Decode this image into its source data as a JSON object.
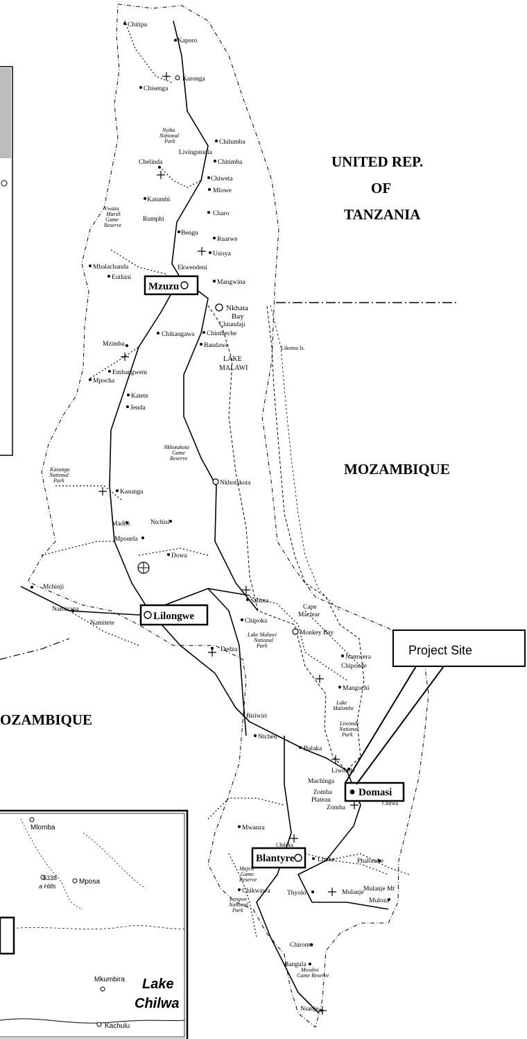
{
  "countries": {
    "tanzania": [
      "UNITED REP.",
      "OF",
      "TANZANIA"
    ],
    "mozambique_east": "MOZAMBIQUE",
    "mozambique_west": "OZAMBIQUE"
  },
  "boxed_cities": {
    "mzuzu": "Mzuzu",
    "lilongwe": "Lilongwe",
    "blantyre": "Blantyre",
    "domasi": "Domasi"
  },
  "callout": {
    "label": "Project Site"
  },
  "lake": {
    "line1": "LAKE",
    "line2": "MALAWI"
  },
  "towns": {
    "chitipa": "Chitipa",
    "kaporo": "Kaporo",
    "karonga": "Karonga",
    "chisenga": "Chisenga",
    "chilumba": "Chilumba",
    "chitimba": "Chitimba",
    "livingstonia": "Livingstonia",
    "chelinda": "Chelinda",
    "chiweta": "Chiweta",
    "mlowe": "Mlowe",
    "katumbi": "Katumbi",
    "rumphi": "Rumphi",
    "charo": "Charo",
    "bengu": "Bengu",
    "ruarwe": "Ruarwe",
    "usisya": "Usisya",
    "mbalachanda": "Mbalachanda",
    "euthini": "Euthini",
    "ekwendeni": "Ekwendeni",
    "mangwina": "Mangwina",
    "nkhata_bay": "Nkhata",
    "nkhata_bay2": "Bay",
    "chiundaji": "Chiundaji",
    "chintheche": "Chintheche",
    "chikangawa": "Chikangawa",
    "bandawe": "Bandawe",
    "likoma": "Likoma Is.",
    "mzimba": "Mzimba",
    "embangweni": "Embangweni",
    "mpocha": "Mpocha",
    "katete": "Katete",
    "jenda": "Jenda",
    "nkhotakota": "Nkhotakota",
    "kasungu": "Kasungu",
    "madisi": "Madisi",
    "ntchisi": "Ntchisi",
    "mponela": "Mponela",
    "dowa": "Dowa",
    "mchinji": "Mchinji",
    "namitete": "Namitete",
    "namizana": "Namizana",
    "salima": "Salima",
    "chipoka": "Chipoka",
    "cape_maclear": "Cape",
    "cape_maclear2": "Maclear",
    "monkey_bay": "Monkey Bay",
    "dedza": "Dedza",
    "namwera": "Namwera",
    "chiponde": "Chiponde",
    "mangochi": "Mangochi",
    "balaka": "Balaka",
    "ntcheu": "Ntcheu",
    "biriwiri": "Biriwiri",
    "liwonde": "Liwonde",
    "machinga": "Machinga",
    "zomba_plateau": "Zomba",
    "zomba_plateau2": "Plateau",
    "zomba": "Zomba",
    "chilwa": "Chilwa",
    "mwanza": "Mwanza",
    "chileka": "Chileka",
    "limbe": "Limbe",
    "phalombe": "Phalombe",
    "chikwawa": "Chikwawa",
    "thyolo": "Thyolo",
    "mulanje": "Mulanje",
    "mulanje_mt": "Mulanje Mt",
    "muloza": "Muloza",
    "chiromo": "Chiromo",
    "bangula": "Bangula",
    "nsanje": "Nsanje"
  },
  "parks": {
    "nyika": [
      "Nyika",
      "National",
      "Park"
    ],
    "vwaza": [
      "Vwaza",
      "Marsh",
      "Game",
      "Reserve"
    ],
    "nkhotakota": [
      "Nkhotakota",
      "Game",
      "Reserve"
    ],
    "kasungu": [
      "Kasungu",
      "National",
      "Park"
    ],
    "lake_malawi": [
      "Lake Malawi",
      "National",
      "Park"
    ],
    "lake_malombe": [
      "Lake",
      "Malombe"
    ],
    "liwonde": [
      "Liwonde",
      "National",
      "Park"
    ],
    "majete": [
      "Majete",
      "Game",
      "Reserve"
    ],
    "lengwe": [
      "Lengwe",
      "National",
      "Park"
    ],
    "mwabvi": [
      "Mwabvi",
      "Game Reserve"
    ]
  },
  "inset": {
    "mlomba": "Mlomba",
    "elevation": "5338",
    "hills": "a Hills",
    "mposa": "Mposa",
    "mkumbira": "Mkumbira",
    "kachulu": "Kachulu",
    "lake_line1": "Lake",
    "lake_line2": "Chilwa"
  }
}
